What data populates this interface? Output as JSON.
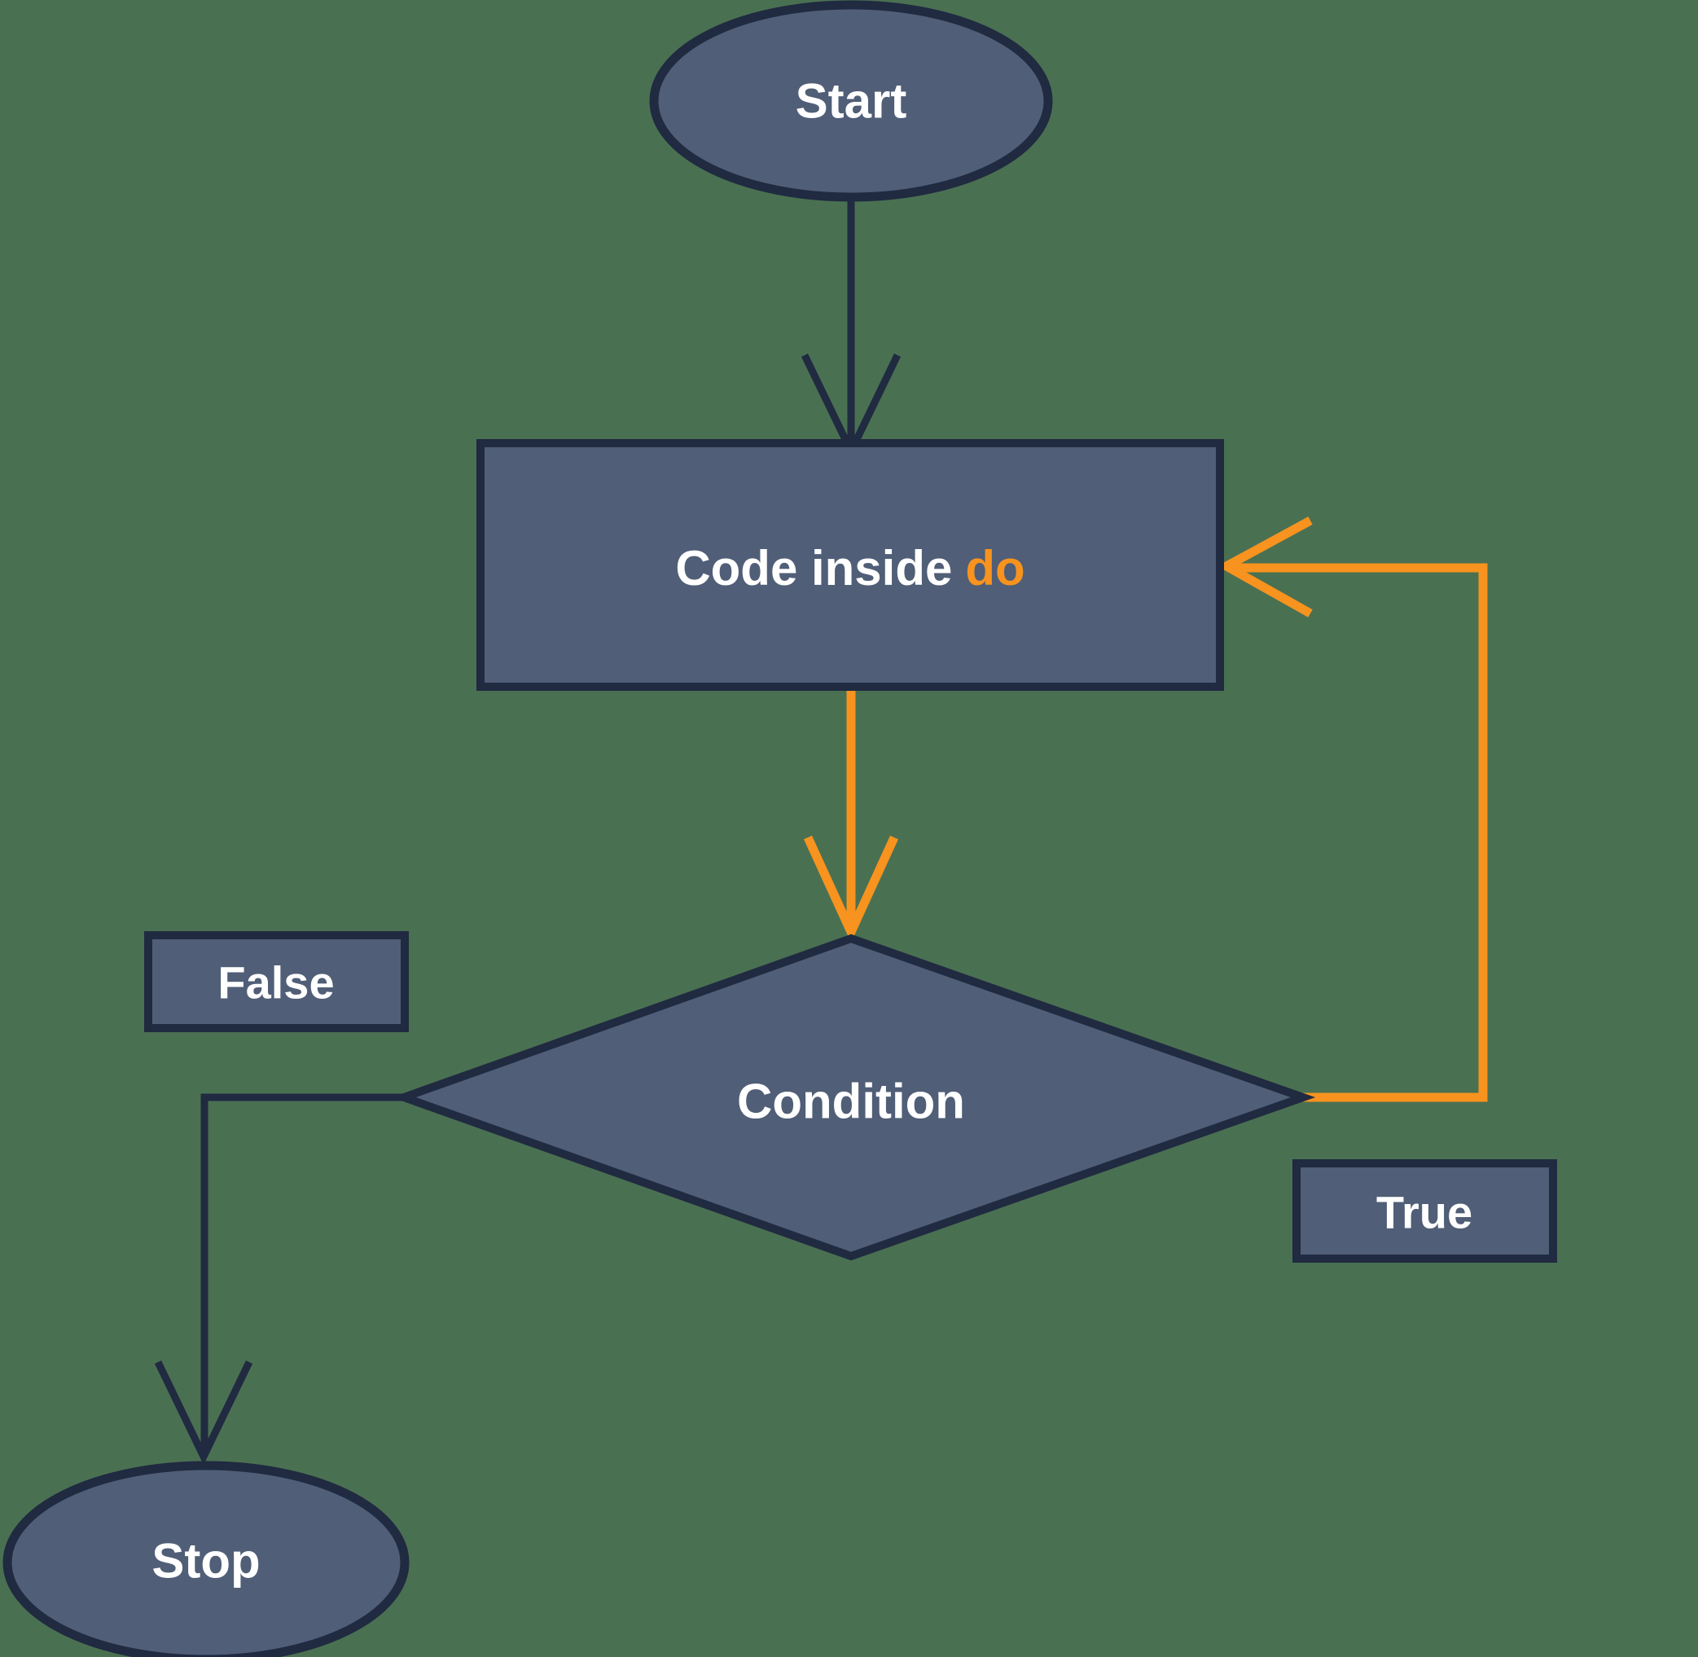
{
  "colors": {
    "background": "#4A7052",
    "shape_fill": "#505E77",
    "shape_border": "#202A40",
    "accent_orange": "#F7931E",
    "text": "#FFFFFF"
  },
  "nodes": {
    "start": {
      "label": "Start"
    },
    "process": {
      "text_primary": "Code inside",
      "text_accent": "do"
    },
    "condition": {
      "label": "Condition"
    },
    "stop": {
      "label": "Stop"
    }
  },
  "branch_labels": {
    "false_label": "False",
    "true_label": "True"
  }
}
